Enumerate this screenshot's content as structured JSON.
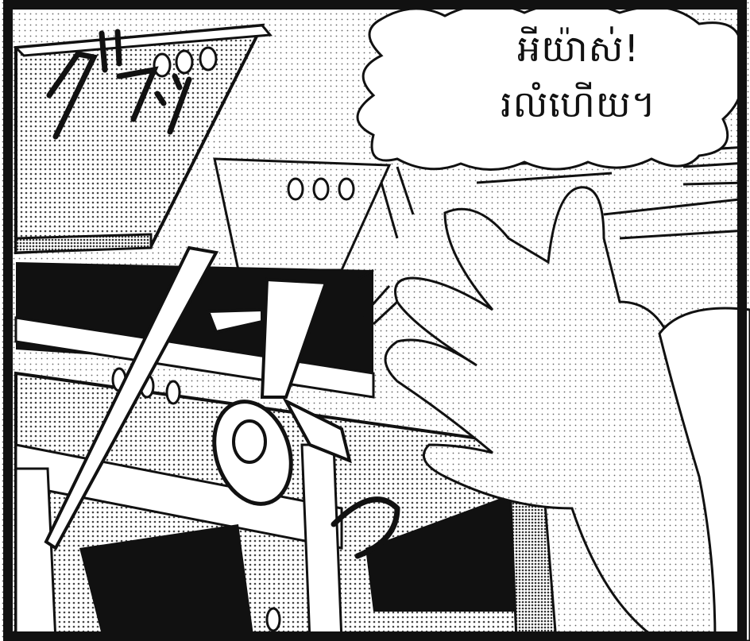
{
  "speech_bubble": {
    "lines": [
      "អីយ៉ាស់!",
      "រលំហើយ។"
    ]
  },
  "sound_effects": {
    "top_left": "グラッ",
    "bottom_right": "つ"
  }
}
